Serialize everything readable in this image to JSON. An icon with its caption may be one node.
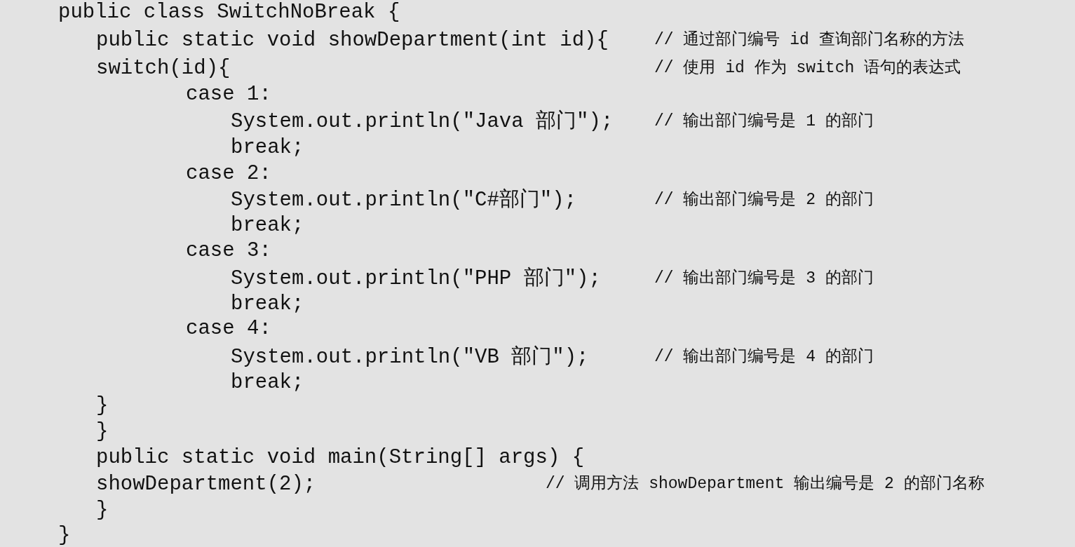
{
  "diagram": {
    "labels": [
      "public class SwitchNoBreak {",
      "public static void showDepartment(int id){",
      "// 通过部门编号 id 查询部门名称的方法",
      "switch(id){",
      "// 使用 id 作为 switch 语句的表达式",
      "case 1:",
      "System.out.println(\"Java 部门\");",
      "// 输出部门编号是 1 的部门",
      "break;",
      "case 2:",
      "System.out.println(\"C#部门\");",
      "// 输出部门编号是 2 的部门",
      "break;",
      "case 3:",
      "System.out.println(\"PHP 部门\");",
      "// 输出部门编号是 3 的部门",
      "break;",
      "case 4:",
      "System.out.println(\"VB 部门\");",
      "// 输出部门编号是 4 的部门",
      "break;",
      "}",
      "}",
      "public static void main(String[] args) {",
      "showDepartment(2);",
      "// 调用方法 showDepartment 输出编号是 2 的部门名称",
      "}",
      "}"
    ]
  }
}
